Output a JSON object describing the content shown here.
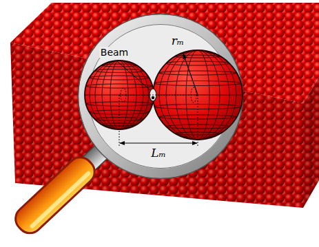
{
  "diagram": {
    "labels": [
      "Beam",
      "rₘ",
      "Lₘ"
    ]
  }
}
